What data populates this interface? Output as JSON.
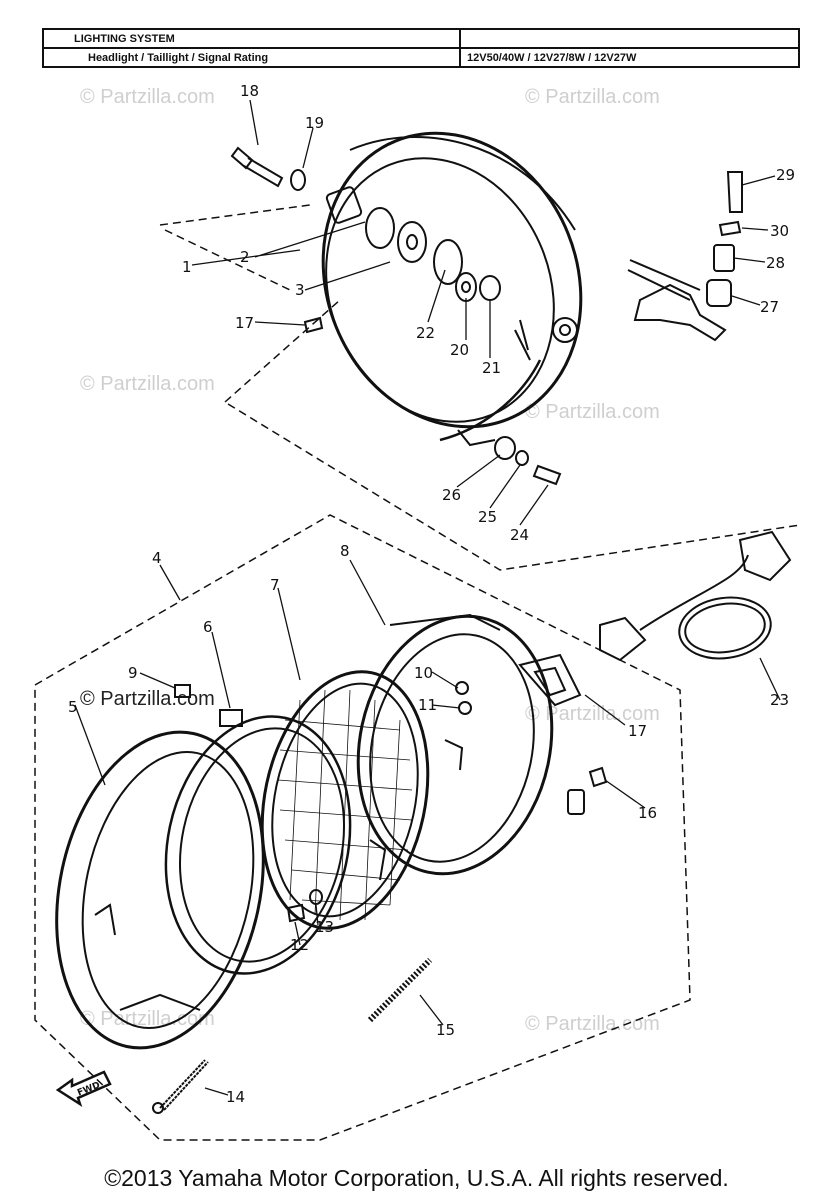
{
  "spec_table": {
    "title": "LIGHTING SYSTEM",
    "row_label": "Headlight / Taillight / Signal Rating",
    "row_value": "12V50/40W / 12V27/8W / 12V27W"
  },
  "watermark": "© Partzilla.com",
  "callouts": [
    "1",
    "2",
    "3",
    "4",
    "5",
    "6",
    "7",
    "8",
    "9",
    "10",
    "11",
    "12",
    "13",
    "14",
    "15",
    "16",
    "17",
    "17",
    "18",
    "19",
    "20",
    "21",
    "22",
    "23",
    "24",
    "25",
    "26",
    "27",
    "28",
    "29",
    "30"
  ],
  "fwd_label": "FWD",
  "copyright": "©2013 Yamaha Motor Corporation, U.S.A. All rights reserved."
}
